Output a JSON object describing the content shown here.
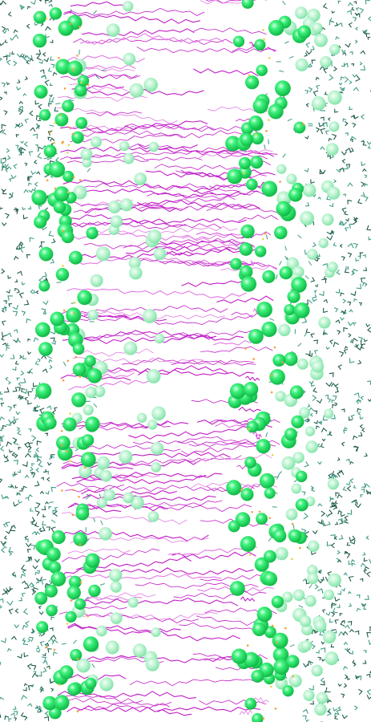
{
  "image": {
    "kind": "molecular-dynamics-render",
    "subject": "lipid-bilayer-cross-section",
    "orientation": "vertical",
    "background_color": "#ffffff"
  },
  "palette": {
    "lipid_tail": "#c21fc8",
    "lipid_tail_light": "#e27ae4",
    "headgroup_bright": "#18e35a",
    "headgroup_mid": "#2fcf6a",
    "headgroup_pale": "#a6efc1",
    "water_dark": "#1f5c4a",
    "water_teal": "#3f9b86",
    "atom_orange": "#f2a23a",
    "atom_yellow": "#e8d24a"
  },
  "layers": [
    {
      "name": "water-left",
      "icon": "water-molecules"
    },
    {
      "name": "headgroups-left",
      "icon": "headgroup-spheres"
    },
    {
      "name": "lipid-tails",
      "icon": "hydrocarbon-chains"
    },
    {
      "name": "headgroups-right",
      "icon": "headgroup-spheres"
    },
    {
      "name": "water-right",
      "icon": "water-molecules"
    }
  ]
}
